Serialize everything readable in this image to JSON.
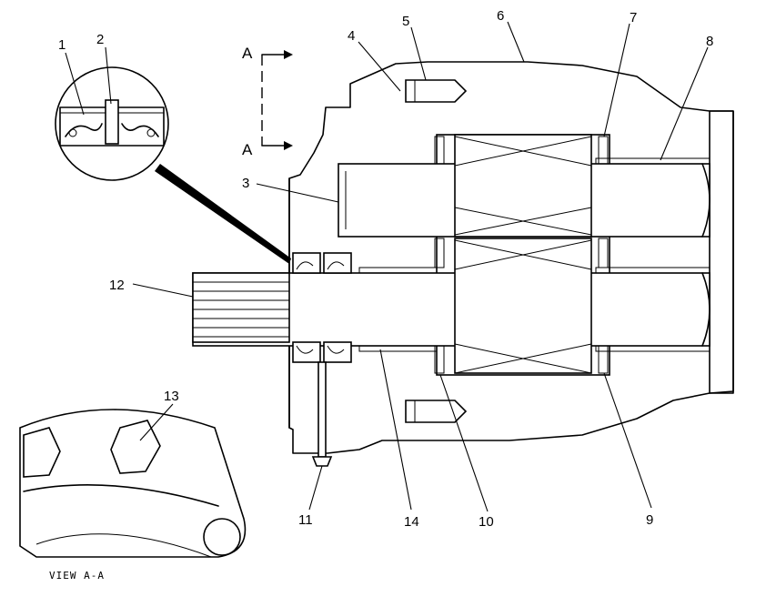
{
  "section_marks": {
    "top": "A",
    "bottom": "A"
  },
  "view_label": "VIEW A-A",
  "callouts": [
    {
      "id": "c1",
      "text": "1"
    },
    {
      "id": "c2",
      "text": "2"
    },
    {
      "id": "c3",
      "text": "3"
    },
    {
      "id": "c4",
      "text": "4"
    },
    {
      "id": "c5",
      "text": "5"
    },
    {
      "id": "c6",
      "text": "6"
    },
    {
      "id": "c7",
      "text": "7"
    },
    {
      "id": "c8",
      "text": "8"
    },
    {
      "id": "c9",
      "text": "9"
    },
    {
      "id": "c10",
      "text": "10"
    },
    {
      "id": "c11",
      "text": "11"
    },
    {
      "id": "c12",
      "text": "12"
    },
    {
      "id": "c13",
      "text": "13"
    },
    {
      "id": "c14",
      "text": "14"
    }
  ]
}
